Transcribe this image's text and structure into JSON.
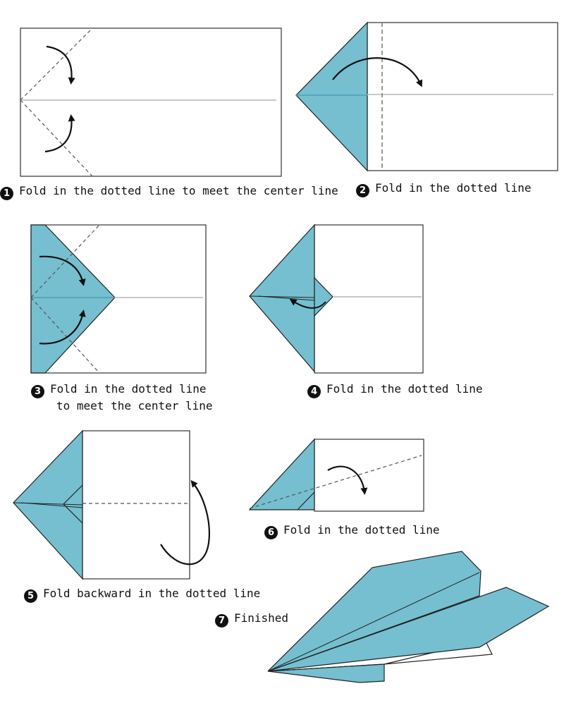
{
  "colors": {
    "paper": "#ffffff",
    "fold_blue": "#75bfd0",
    "outline": "#222222",
    "center_line": "#c8c8c8",
    "crease_blue": "#4a9fb8"
  },
  "steps": [
    {
      "number": "1",
      "text": "Fold in the dotted line to meet the center line"
    },
    {
      "number": "2",
      "text": "Fold in the dotted line"
    },
    {
      "number": "3",
      "text": "Fold in the dotted line",
      "text2": "to meet the center line"
    },
    {
      "number": "4",
      "text": "Fold in the dotted line"
    },
    {
      "number": "5",
      "text": "Fold backward in the dotted line"
    },
    {
      "number": "6",
      "text": "Fold in the dotted line"
    },
    {
      "number": "7",
      "text": "Finished"
    }
  ]
}
